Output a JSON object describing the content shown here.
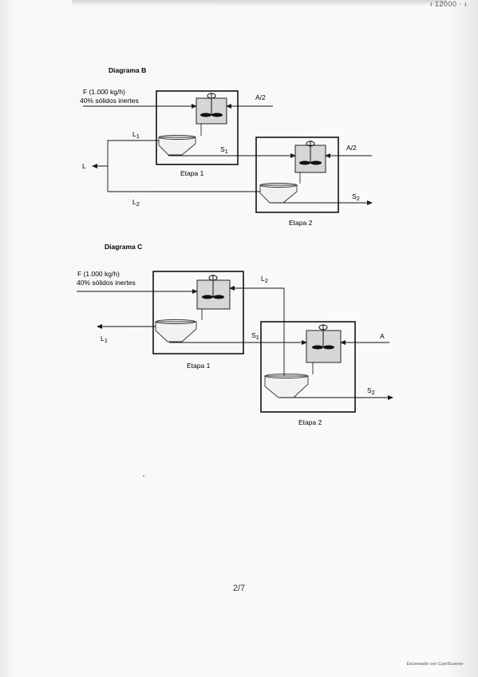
{
  "header_scrawl": "ı 12000 · ı",
  "diagram_b": {
    "title": "Diagrama B",
    "feed_line1": "F (1.000 kg/h)",
    "feed_line2": "40% sólidos inertes",
    "solvent_top": "A/2",
    "solvent_stage2": "A/2",
    "extract_1": "L",
    "extract_1_sub": "1",
    "extract_2": "L",
    "extract_2_sub": "2",
    "extract_total": "L",
    "solid_1": "S",
    "solid_1_sub": "1",
    "solid_2": "S",
    "solid_2_sub": "2",
    "stage1": "Etapa 1",
    "stage2": "Etapa 2"
  },
  "diagram_c": {
    "title": "Diagrama C",
    "feed_line1": "F (1.000 kg/h)",
    "feed_line2": "40% sólidos inertes",
    "extract_2": "L",
    "extract_2_sub": "2",
    "extract_1": "L",
    "extract_1_sub": "1",
    "solid_1": "S",
    "solid_1_sub": "1",
    "solvent": "A",
    "solid_2": "S",
    "solid_2_sub": "2",
    "stage1": "Etapa 1",
    "stage2": "Etapa 2"
  },
  "page_number": "2/7",
  "scanner_mark": "Escaneado con CamScanner"
}
